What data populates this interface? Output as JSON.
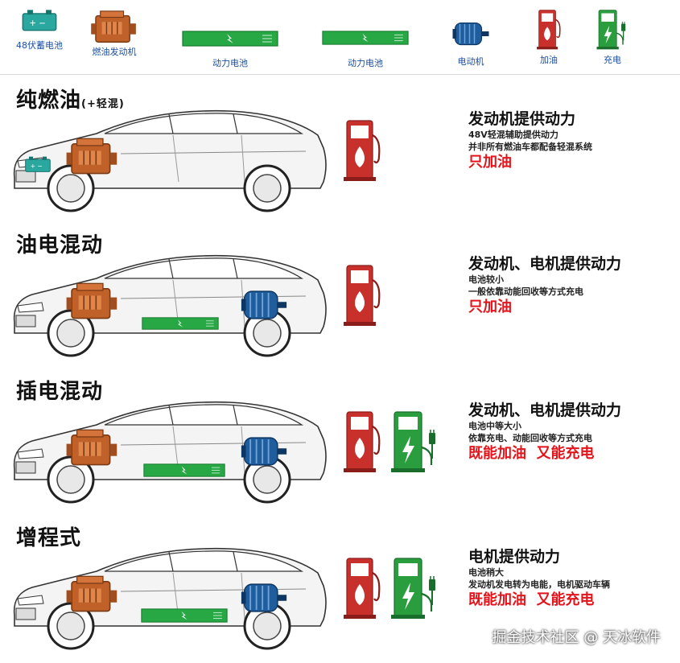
{
  "legend": {
    "items": [
      {
        "label": "48伏蓄电池",
        "icon": "battery-48v-icon",
        "color": "#2aa8a0"
      },
      {
        "label": "燃油发动机",
        "icon": "engine-icon",
        "color": "#c0612a"
      },
      {
        "label": "动力电池",
        "icon": "power-battery-large-icon",
        "color": "#27a844"
      },
      {
        "label": "动力电池",
        "icon": "power-battery-small-icon",
        "color": "#27a844"
      },
      {
        "label": "电动机",
        "icon": "electric-motor-icon",
        "color": "#1f5d9c"
      },
      {
        "label": "加油",
        "icon": "fuel-pump-icon",
        "color": "#c8302c"
      },
      {
        "label": "充电",
        "icon": "charging-station-icon",
        "color": "#2a9d3e"
      }
    ]
  },
  "sections": [
    {
      "title": "纯燃油",
      "title_note": "(+轻混)",
      "headline": "发动机提供动力",
      "lines": [
        "48V轻混辅助提供动力",
        "并非所有燃油车都配备轻混系统"
      ],
      "refuel": "只加油"
    },
    {
      "title": "油电混动",
      "title_note": "",
      "headline": "发动机、电机提供动力",
      "lines": [
        "电池较小",
        "一般依靠动能回收等方式充电"
      ],
      "refuel": "只加油"
    },
    {
      "title": "插电混动",
      "title_note": "",
      "headline": "发动机、电机提供动力",
      "lines": [
        "电池中等大小",
        "依靠充电、动能回收等方式充电"
      ],
      "refuel": "既能加油  又能充电"
    },
    {
      "title": "增程式",
      "title_note": "",
      "headline": "电机提供动力",
      "lines": [
        "电池稍大",
        "发动机发电转为电能，电机驱动车辆"
      ],
      "refuel": "既能加油  又能充电"
    }
  ],
  "watermark": "掘金技术社区 @ 天冰软件",
  "colors": {
    "engine": "#c0612a",
    "battery": "#27a844",
    "motor": "#1f5d9c",
    "fuel": "#c8302c",
    "charge": "#2a9d3e",
    "battery48": "#2aa8a0",
    "highlight": "#e3141b"
  }
}
